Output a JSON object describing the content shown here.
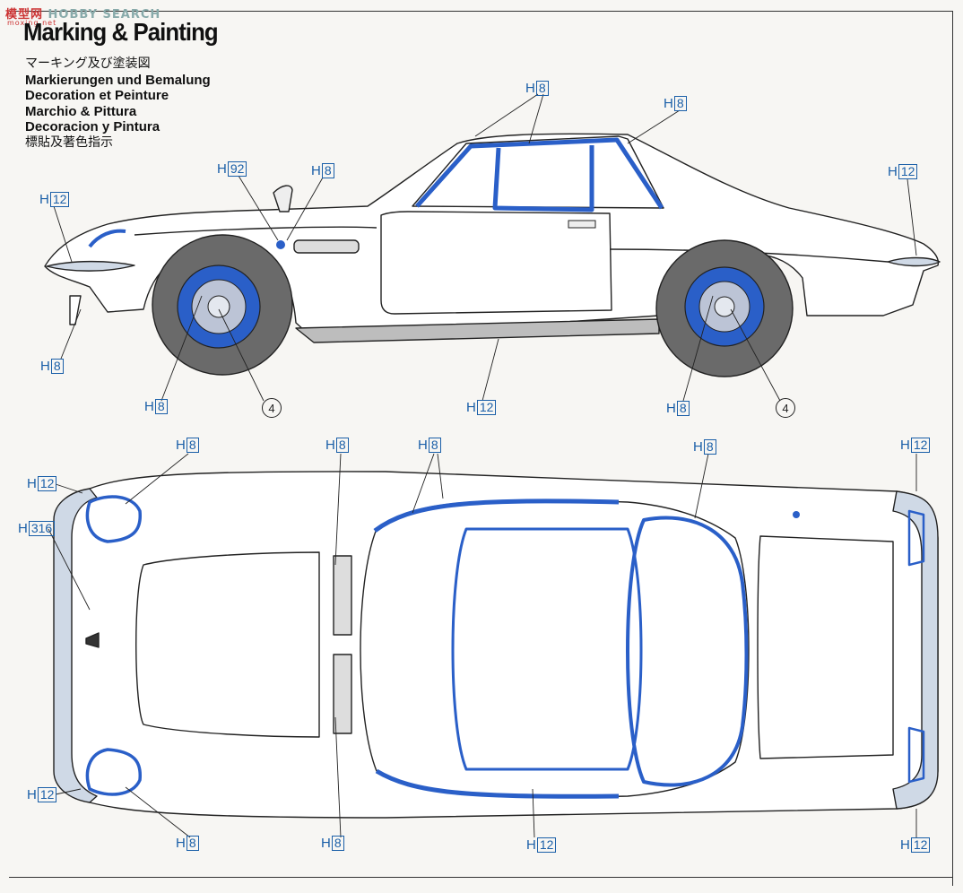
{
  "watermark": {
    "text": "模型网",
    "search": "HOBBY SEARCH",
    "sub": "moxing.net"
  },
  "title": "Marking & Painting",
  "subtitles": [
    "マーキング及び塗装図",
    "Markierungen und Bemalung",
    "Decoration et Peinture",
    "Marchio & Pittura",
    "Decoracion y Pintura",
    "標貼及著色指示"
  ],
  "colors": {
    "blue": "#2a5fc8",
    "label": "#1a5fa8",
    "tire": "#6a6a6a",
    "body": "#ffffff"
  },
  "labels": {
    "side_door_top": {
      "letter": "H",
      "num": "8"
    },
    "side_roof": {
      "letter": "H",
      "num": "8"
    },
    "side_badge": {
      "letter": "H",
      "num": "92"
    },
    "side_fender": {
      "letter": "H",
      "num": "8"
    },
    "side_front_bumper": {
      "letter": "H",
      "num": "12"
    },
    "side_rear_bumper": {
      "letter": "H",
      "num": "12"
    },
    "side_mirror": {
      "letter": "H",
      "num": "8"
    },
    "side_front_wheel": {
      "letter": "H",
      "num": "8"
    },
    "side_sill": {
      "letter": "H",
      "num": "12"
    },
    "side_rear_wheel": {
      "letter": "H",
      "num": "8"
    },
    "top_front_light": {
      "letter": "H",
      "num": "8"
    },
    "top_wiper": {
      "letter": "H",
      "num": "8"
    },
    "top_windshield": {
      "letter": "H",
      "num": "8"
    },
    "top_rear_window": {
      "letter": "H",
      "num": "8"
    },
    "top_rear_bumper_top": {
      "letter": "H",
      "num": "12"
    },
    "top_front_bumper": {
      "letter": "H",
      "num": "12"
    },
    "top_hood": {
      "letter": "H",
      "num": "316"
    },
    "top_front_bumper_bottom": {
      "letter": "H",
      "num": "12"
    },
    "top_front_light_bottom": {
      "letter": "H",
      "num": "8"
    },
    "top_wiper_bottom": {
      "letter": "H",
      "num": "8"
    },
    "top_door_bottom": {
      "letter": "H",
      "num": "12"
    },
    "top_rear_bumper_bottom": {
      "letter": "H",
      "num": "12"
    }
  },
  "callouts": {
    "front_wheel": "4",
    "rear_wheel": "4"
  }
}
